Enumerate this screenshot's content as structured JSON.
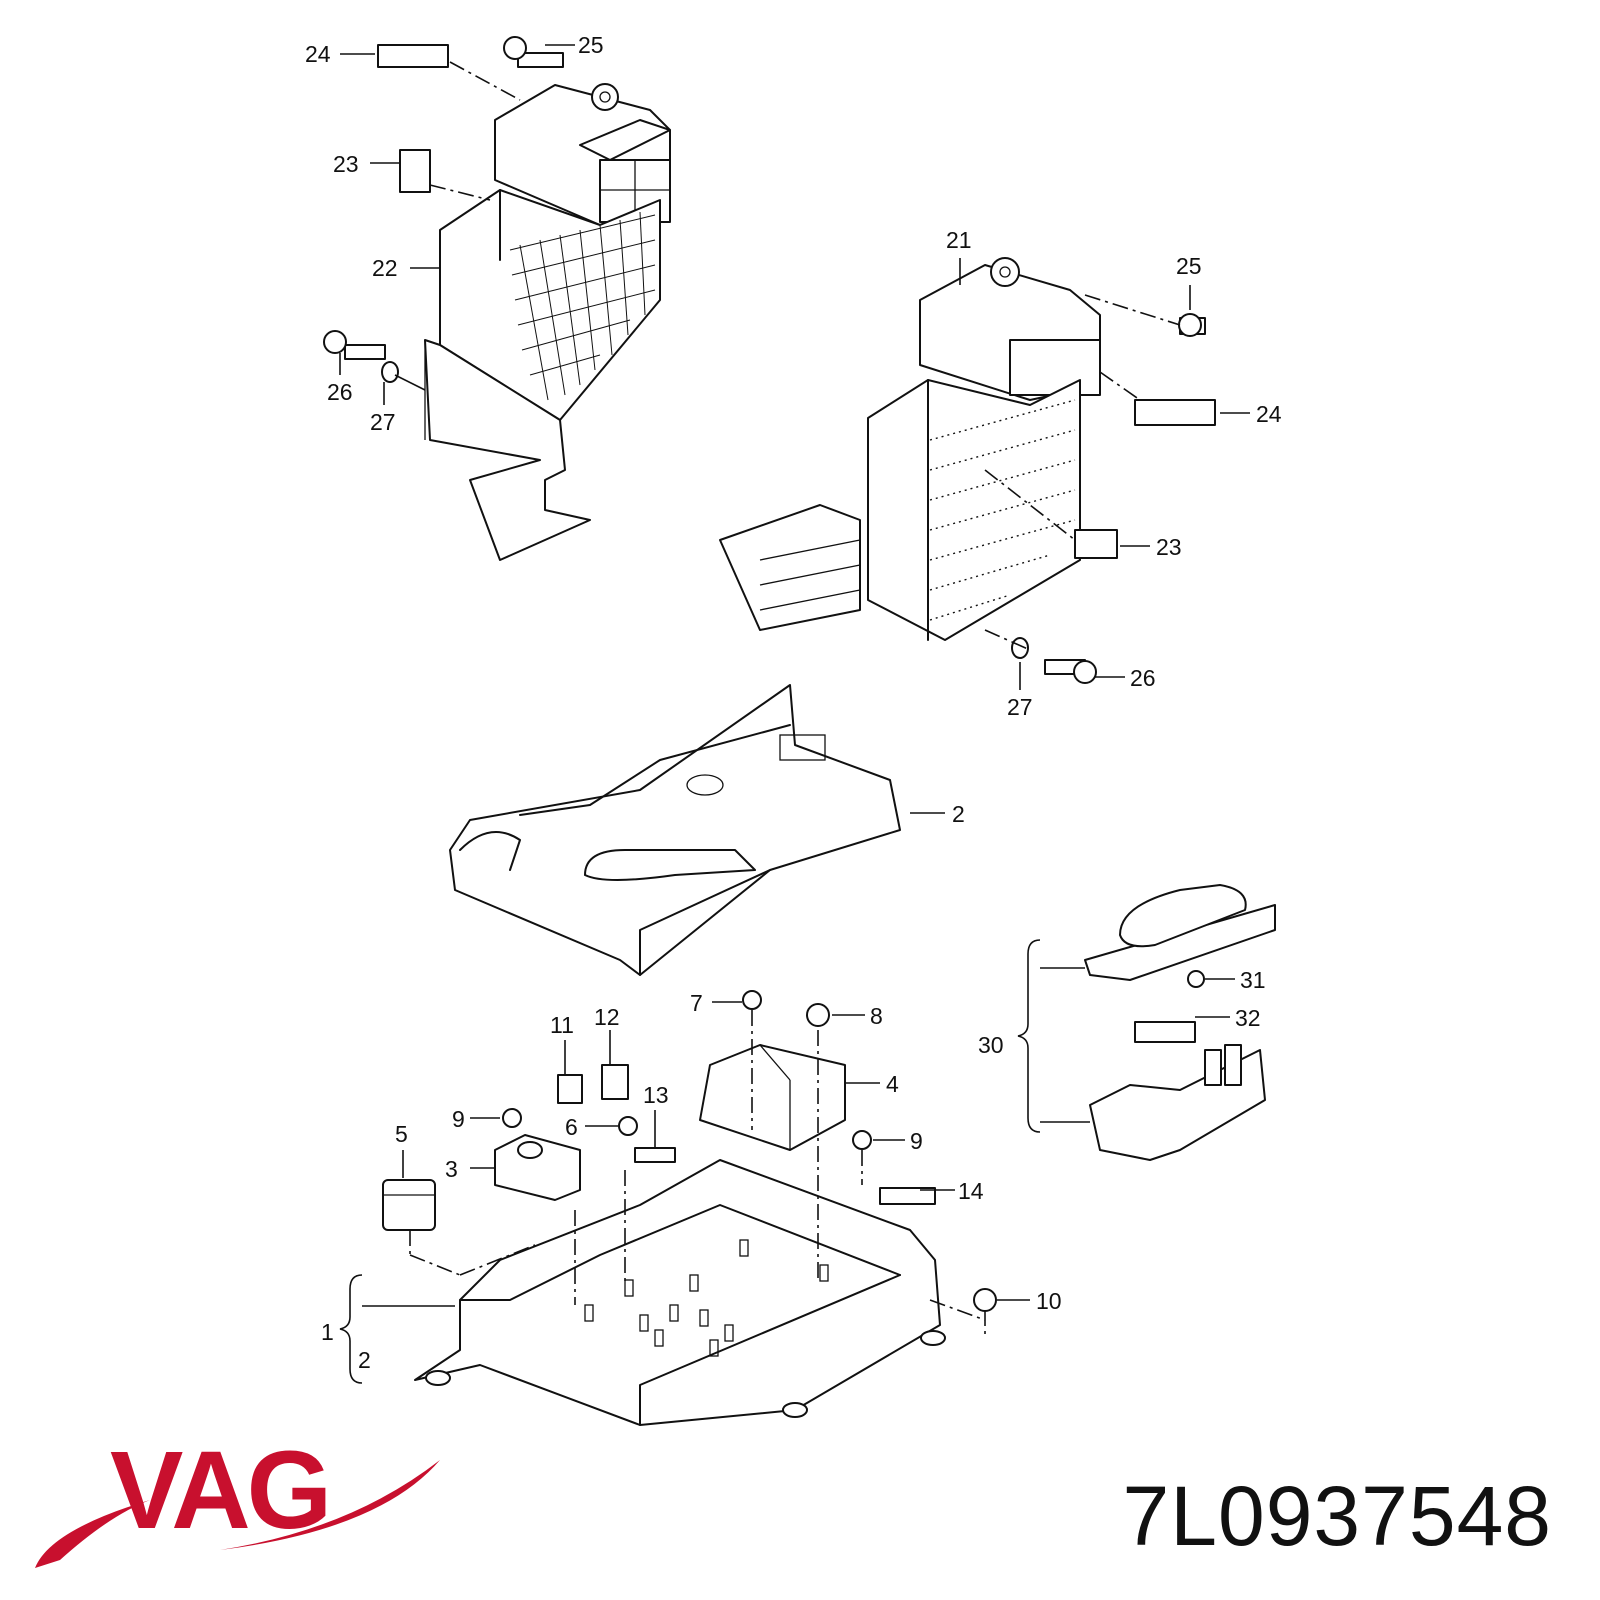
{
  "brand": {
    "name": "VAG",
    "color": "#c8102e"
  },
  "part_number": "7L0937548",
  "callouts": {
    "c1": "1",
    "c2": "2",
    "c2b": "2",
    "c3": "3",
    "c4": "4",
    "c5": "5",
    "c6": "6",
    "c7": "7",
    "c8": "8",
    "c9a": "9",
    "c9b": "9",
    "c10": "10",
    "c11": "11",
    "c12": "12",
    "c13": "13",
    "c14": "14",
    "c21": "21",
    "c22": "22",
    "c23a": "23",
    "c23b": "23",
    "c24a": "24",
    "c24b": "24",
    "c25a": "25",
    "c25b": "25",
    "c26a": "26",
    "c26b": "26",
    "c27a": "27",
    "c27b": "27",
    "c30": "30",
    "c31": "31",
    "c32": "32"
  }
}
